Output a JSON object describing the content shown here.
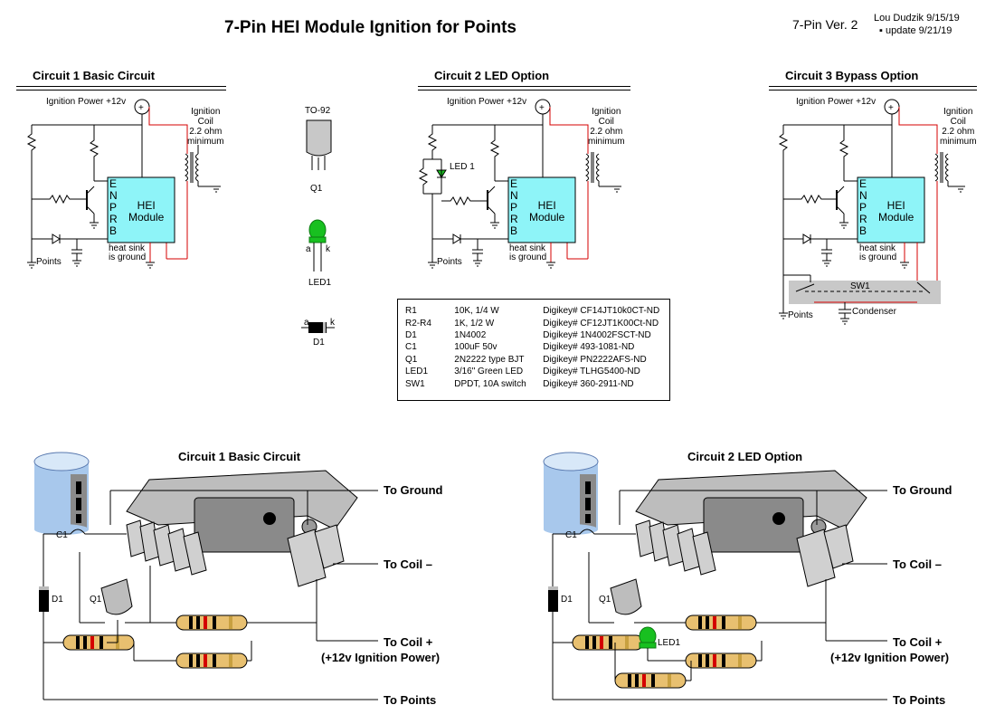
{
  "header": {
    "title": "7-Pin HEI Module Ignition for Points",
    "version": "7-Pin Ver. 2",
    "author": "Lou Dudzik  9/15/19",
    "update": "update  9/21/19"
  },
  "schematics": {
    "c1_title": "Circuit 1   Basic Circuit",
    "c2_title": "Circuit 2   LED Option",
    "c3_title": "Circuit 3   Bypass Option",
    "power": "Ignition Power +12v",
    "coil": [
      "Ignition",
      "Coil",
      "2.2 ohm",
      "minimum"
    ],
    "module": [
      "HEI",
      "Module"
    ],
    "heatsink": [
      "heat sink",
      "is ground"
    ],
    "points": "Points",
    "sw1": "SW1",
    "condenser": "Condenser",
    "pins": [
      "E",
      "N",
      "P",
      "R",
      "B"
    ],
    "led": "LED 1"
  },
  "components": {
    "to92": "TO-92",
    "q1": "Q1",
    "led1": "LED1",
    "d1": "D1",
    "a": "a",
    "k": "k"
  },
  "parts_list": [
    {
      "ref": "R1",
      "value": "10K, 1/4 W",
      "digikey": "Digikey# CF14JT10k0CT-ND"
    },
    {
      "ref": "R2-R4",
      "value": "1K, 1/2 W",
      "digikey": "Digikey# CF12JT1K00Ct-ND"
    },
    {
      "ref": "D1",
      "value": "1N4002",
      "digikey": "Digikey# 1N4002FSCT-ND"
    },
    {
      "ref": "C1",
      "value": "100uF 50v",
      "digikey": "Digikey# 493-1081-ND"
    },
    {
      "ref": "Q1",
      "value": "2N2222 type BJT",
      "digikey": "Digikey# PN2222AFS-ND"
    },
    {
      "ref": "LED1",
      "value": "3/16\" Green LED",
      "digikey": "Digikey# TLHG5400-ND"
    },
    {
      "ref": "SW1",
      "value": "DPDT, 10A switch",
      "digikey": "Digikey# 360-2911-ND"
    }
  ],
  "wiring": {
    "c1_title": "Circuit 1   Basic Circuit",
    "c2_title": "Circuit 2   LED Option",
    "to_ground": "To Ground",
    "to_coil_neg": "To Coil –",
    "to_coil_pos": "To Coil +",
    "ign_power": "(+12v Ignition Power)",
    "to_points": "To Points"
  },
  "colors": {
    "wire_red": "#d40000",
    "module_fill": "#8ef4f8",
    "led_green": "#18c020",
    "highlight": "#c8c8c8",
    "cap_blue": "#a8c8ec"
  }
}
